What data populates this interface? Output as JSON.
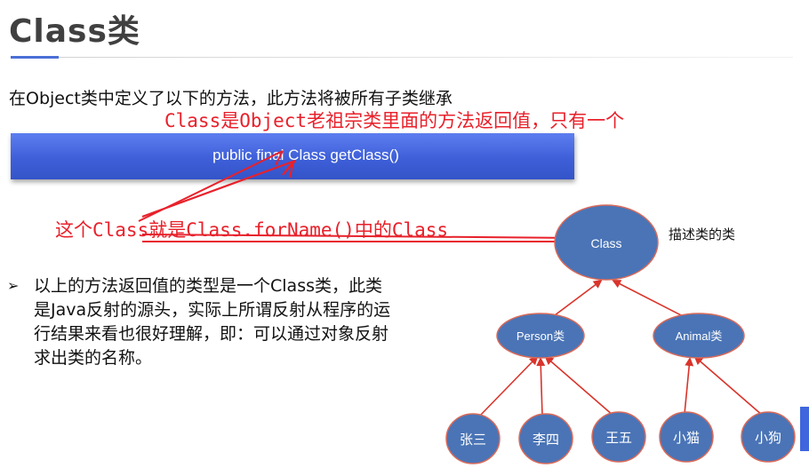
{
  "slide": {
    "title": "Class类",
    "intro_text": "在Object类中定义了以下的方法，此方法将被所有子类继承",
    "annotation_top": "Class是Object老祖宗类里面的方法返回值，只有一个",
    "code_signature": "public final Class getClass()",
    "annotation_mid": "这个Class就是Class.forName()中的Class",
    "bullet_marker": "➢",
    "bullet_text": "以上的方法返回值的类型是一个Class类，此类是Java反射的源头，实际上所谓反射从程序的运行结果来看也很好理解，即：可以通过对象反射求出类的名称。"
  },
  "diagram": {
    "root_label": "Class",
    "root_description": "描述类的类",
    "middle_nodes": [
      "Person类",
      "Animal类"
    ],
    "leaf_nodes": [
      "张三",
      "李四",
      "王五",
      "小猫",
      "小狗"
    ]
  },
  "colors": {
    "title_text": "#404040",
    "accent_blue": "#4a6fd6",
    "annotation_red": "#e8212b",
    "node_fill": "#4a74b6",
    "node_stroke": "#d96a5a",
    "edge_red": "#d9342b"
  }
}
